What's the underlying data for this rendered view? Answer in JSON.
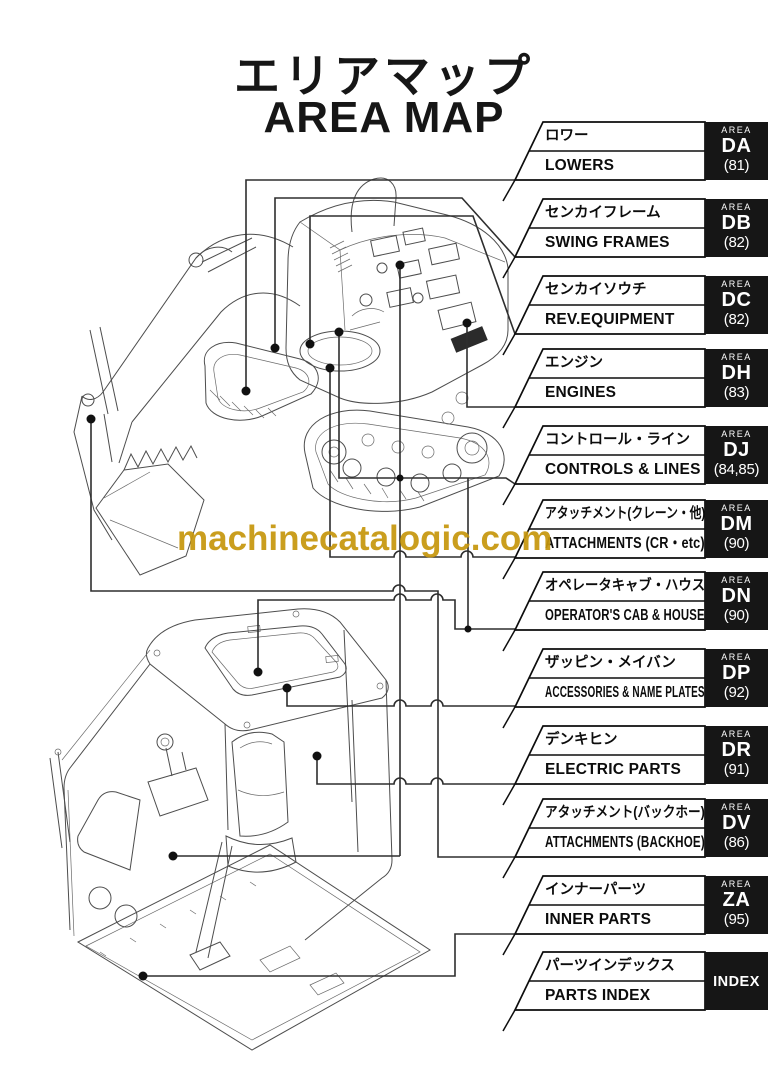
{
  "title": {
    "ja": "エリアマップ",
    "en": "AREA MAP"
  },
  "watermark": {
    "text": "machinecatalogic.com"
  },
  "colors": {
    "watermark_gold": "#C7970E",
    "panel_bg": "#161616",
    "panel_text": "#ffffff",
    "line_color": "#2e2e2e",
    "paper": "#ffffff"
  },
  "area_boxes": [
    {
      "ja": "ロワー",
      "en": "LOWERS",
      "area_label": "AREA",
      "code": "DA",
      "page": "(81)"
    },
    {
      "ja": "センカイフレーム",
      "en": "SWING FRAMES",
      "area_label": "AREA",
      "code": "DB",
      "page": "(82)"
    },
    {
      "ja": "センカイソウチ",
      "en": "REV.EQUIPMENT",
      "area_label": "AREA",
      "code": "DC",
      "page": "(82)"
    },
    {
      "ja": "エンジン",
      "en": "ENGINES",
      "area_label": "AREA",
      "code": "DH",
      "page": "(83)"
    },
    {
      "ja": "コントロール・ライン",
      "en": "CONTROLS & LINES",
      "area_label": "AREA",
      "code": "DJ",
      "page": "(84,85)"
    },
    {
      "ja": "アタッチメント(クレーン・他)",
      "en": "ATTACHMENTS (CR・etc)",
      "area_label": "AREA",
      "code": "DM",
      "page": "(90)"
    },
    {
      "ja": "オペレータキャブ・ハウス",
      "en": "OPERATOR'S CAB & HOUSE",
      "area_label": "AREA",
      "code": "DN",
      "page": "(90)"
    },
    {
      "ja": "ザッピン・メイバン",
      "en": "ACCESSORIES & NAME PLATES",
      "area_label": "AREA",
      "code": "DP",
      "page": "(92)"
    },
    {
      "ja": "デンキヒン",
      "en": "ELECTRIC PARTS",
      "area_label": "AREA",
      "code": "DR",
      "page": "(91)"
    },
    {
      "ja": "アタッチメント(バックホー)",
      "en": "ATTACHMENTS (BACKHOE)",
      "area_label": "AREA",
      "code": "DV",
      "page": "(86)"
    },
    {
      "ja": "インナーパーツ",
      "en": "INNER PARTS",
      "area_label": "AREA",
      "code": "ZA",
      "page": "(95)"
    },
    {
      "ja": "パーツインデックス",
      "en": "PARTS INDEX",
      "area_label": "",
      "code": "INDEX",
      "page": ""
    }
  ]
}
